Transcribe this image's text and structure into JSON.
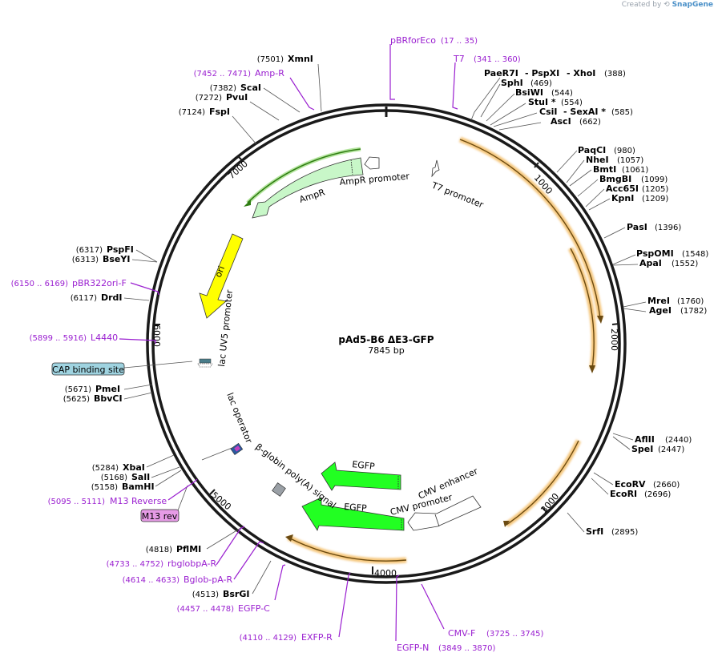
{
  "header": {
    "created_by": "Created by",
    "brand": "SnapGene"
  },
  "map": {
    "name": "pAd5-B6 ΔE3-GFP",
    "size": "7845 bp"
  },
  "ticks": [
    "1000",
    "2000",
    "3000",
    "4000",
    "5000",
    "6000",
    "7000"
  ],
  "sites": [
    {
      "name": "XmnI",
      "pos": "(7501)"
    },
    {
      "name": "ScaI",
      "pos": "(7382)"
    },
    {
      "name": "PvuI",
      "pos": "(7272)"
    },
    {
      "name": "FspI",
      "pos": "(7124)"
    },
    {
      "name": "PaeR7I",
      "pos": ""
    },
    {
      "name": "- PspXI",
      "pos": ""
    },
    {
      "name": "- XhoI",
      "pos": "(388)"
    },
    {
      "name": "SphI",
      "pos": "(469)"
    },
    {
      "name": "BsiWI",
      "pos": "(544)"
    },
    {
      "name": "StuI *",
      "pos": "(554)"
    },
    {
      "name": "CsiI",
      "pos": ""
    },
    {
      "name": "- SexAI *",
      "pos": "(585)"
    },
    {
      "name": "AscI",
      "pos": "(662)"
    },
    {
      "name": "PaqCI",
      "pos": "(980)"
    },
    {
      "name": "NheI",
      "pos": "(1057)"
    },
    {
      "name": "BmtI",
      "pos": "(1061)"
    },
    {
      "name": "BmgBI",
      "pos": "(1099)"
    },
    {
      "name": "Acc65I",
      "pos": "(1205)"
    },
    {
      "name": "KpnI",
      "pos": "(1209)"
    },
    {
      "name": "PasI",
      "pos": "(1396)"
    },
    {
      "name": "PspOMI",
      "pos": "(1548)"
    },
    {
      "name": "ApaI",
      "pos": "(1552)"
    },
    {
      "name": "MreI",
      "pos": "(1760)"
    },
    {
      "name": "AgeI",
      "pos": "(1782)"
    },
    {
      "name": "AflII",
      "pos": "(2440)"
    },
    {
      "name": "SpeI",
      "pos": "(2447)"
    },
    {
      "name": "EcoRV",
      "pos": "(2660)"
    },
    {
      "name": "EcoRI",
      "pos": "(2696)"
    },
    {
      "name": "SrfI",
      "pos": "(2895)"
    },
    {
      "name": "PspFI",
      "pos": "(6317)"
    },
    {
      "name": "BseYI",
      "pos": "(6313)"
    },
    {
      "name": "DrdI",
      "pos": "(6117)"
    },
    {
      "name": "PmeI",
      "pos": "(5671)"
    },
    {
      "name": "BbvCI",
      "pos": "(5625)"
    },
    {
      "name": "XbaI",
      "pos": "(5284)"
    },
    {
      "name": "SalI",
      "pos": "(5168)"
    },
    {
      "name": "BamHI",
      "pos": "(5158)"
    },
    {
      "name": "PflMI",
      "pos": "(4818)"
    },
    {
      "name": "BsrGI",
      "pos": "(4513)"
    }
  ],
  "primers": [
    {
      "name": "pBRforEco",
      "pos": "(17 .. 35)"
    },
    {
      "name": "T7",
      "pos": "(341 .. 360)"
    },
    {
      "name": "Amp-R",
      "pos": "(7452 .. 7471)"
    },
    {
      "name": "pBR322ori-F",
      "pos": "(6150 .. 6169)"
    },
    {
      "name": "L4440",
      "pos": "(5899 .. 5916)"
    },
    {
      "name": "M13 Reverse",
      "pos": "(5095 .. 5111)"
    },
    {
      "name": "rbglobpA-R",
      "pos": "(4733 .. 4752)"
    },
    {
      "name": "Bglob-pA-R",
      "pos": "(4614 .. 4633)"
    },
    {
      "name": "EGFP-C",
      "pos": "(4457 .. 4478)"
    },
    {
      "name": "EXFP-R",
      "pos": "(4110 .. 4129)"
    },
    {
      "name": "EGFP-N",
      "pos": "(3849 .. 3870)"
    },
    {
      "name": "CMV-F",
      "pos": "(3725 .. 3745)"
    }
  ],
  "features": {
    "ampr": "AmpR",
    "ampr_promoter": "AmpR promoter",
    "t7_promoter": "T7 promoter",
    "ori": "ori",
    "lac_uv5": "lac UV5 promoter",
    "cap_site": "CAP binding site",
    "lac_operator": "lac operator",
    "bglobin": "β-globin poly(A) signal",
    "egfp_1": "EGFP",
    "egfp_2": "EGFP",
    "cmv_enhancer": "CMV enhancer",
    "cmv_promoter": "CMV promoter",
    "m13_rev": "M13 rev"
  },
  "colors": {
    "backbone": "#1a1a1a",
    "ampr_fill": "#c8f7c8",
    "ampr_orf": "#2f7d12",
    "ori_fill": "#ffff00",
    "egfp_fill": "#22ff22",
    "orf_orange": "#f5c77e",
    "orf_dark": "#6b4a10",
    "primer": "#9a1fd0",
    "cap_fill": "#9fd3e0",
    "m13_fill": "#e69be6"
  }
}
